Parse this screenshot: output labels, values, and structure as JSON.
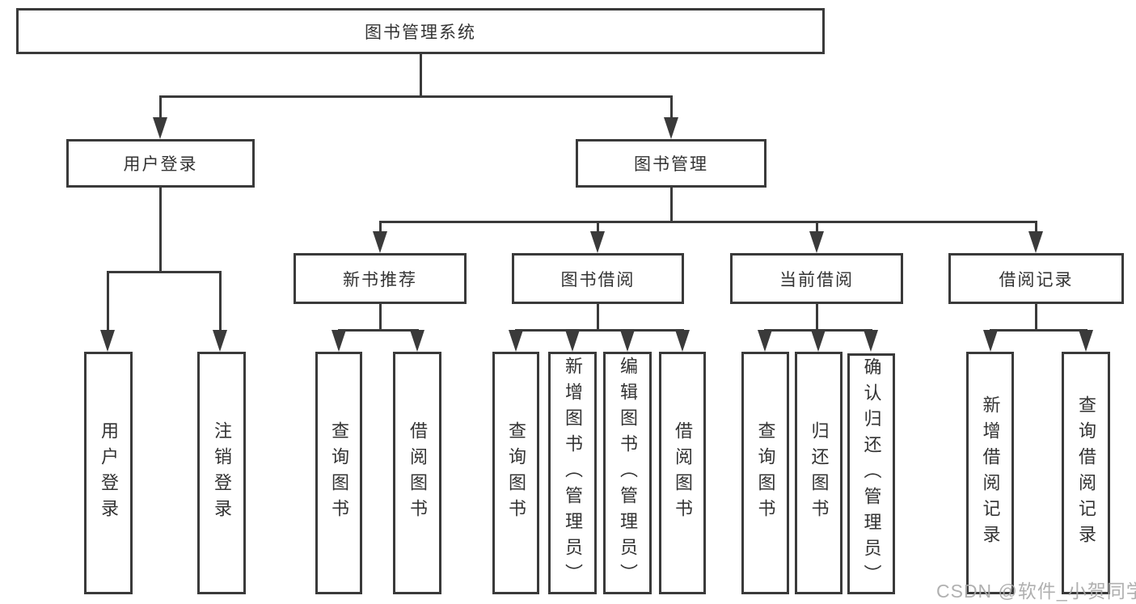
{
  "tree": {
    "label": "图书管理系统",
    "children": [
      {
        "label": "用户登录",
        "children": [
          {
            "label": "用户登录"
          },
          {
            "label": "注销登录"
          }
        ]
      },
      {
        "label": "图书管理",
        "children": [
          {
            "label": "新书推荐",
            "children": [
              {
                "label": "查询图书"
              },
              {
                "label": "借阅图书"
              }
            ]
          },
          {
            "label": "图书借阅",
            "children": [
              {
                "label": "查询图书"
              },
              {
                "label": "新增图书（管理员）"
              },
              {
                "label": "编辑图书（管理员）"
              },
              {
                "label": "借阅图书"
              }
            ]
          },
          {
            "label": "当前借阅",
            "children": [
              {
                "label": "查询图书"
              },
              {
                "label": "归还图书"
              },
              {
                "label": "确认归还（管理员）"
              }
            ]
          },
          {
            "label": "借阅记录",
            "children": [
              {
                "label": "新增借阅记录"
              },
              {
                "label": "查询借阅记录"
              }
            ]
          }
        ]
      }
    ]
  },
  "watermark": {
    "text": "CSDN @软件_小贺同学"
  },
  "colors": {
    "line": "#3a3a3a",
    "text": "#333333",
    "watermark": "#a8a8a8",
    "background": "#ffffff"
  }
}
